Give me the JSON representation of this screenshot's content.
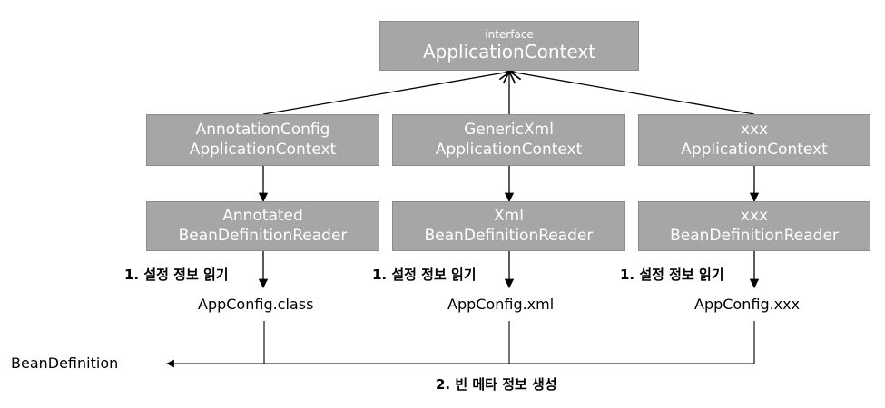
{
  "root": {
    "stereotype": "interface",
    "name": "ApplicationContext"
  },
  "contexts": [
    {
      "line1": "AnnotationConfig",
      "line2": "ApplicationContext"
    },
    {
      "line1": "GenericXml",
      "line2": "ApplicationContext"
    },
    {
      "line1": "xxx",
      "line2": "ApplicationContext"
    }
  ],
  "readers": [
    {
      "line1": "Annotated",
      "line2": "BeanDefinitionReader"
    },
    {
      "line1": "Xml",
      "line2": "BeanDefinitionReader"
    },
    {
      "line1": "xxx",
      "line2": "BeanDefinitionReader"
    }
  ],
  "step1_label": "1. 설정 정보 읽기",
  "configs": [
    "AppConfig.class",
    "AppConfig.xml",
    "AppConfig.xxx"
  ],
  "step2_label": "2. 빈 메타 정보 생성",
  "bean_definition": "BeanDefinition",
  "colors": {
    "box_fill": "#a6a6a6",
    "box_text": "#ffffff",
    "line": "#000000"
  }
}
